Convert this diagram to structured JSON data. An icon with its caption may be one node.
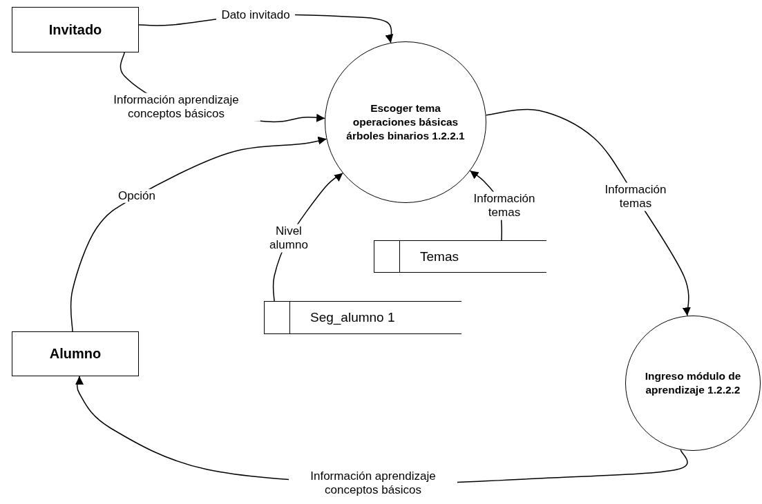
{
  "diagram": {
    "nodes": [
      {
        "text": [
          "Invitado"
        ]
      },
      {
        "text": [
          "Escoger tema operaciones básicas árboles binarios 1.2.2.1"
        ]
      },
      {
        "text": [
          "Temas"
        ]
      },
      {
        "text": [
          "Seg_alumno 1"
        ]
      },
      {
        "text": [
          "Alumno"
        ]
      },
      {
        "text": [
          "Ingreso módulo de aprendizaje 1.2.2.2"
        ]
      }
    ],
    "edges": [
      {
        "from": 0,
        "to": 1,
        "arrow": "to",
        "label": "Dato invitado"
      },
      {
        "from": 0,
        "to": 1,
        "arrow": "to",
        "label": "Información aprendizaje conceptos básicos"
      },
      {
        "from": 4,
        "to": 1,
        "arrow": "to",
        "label": "Opción"
      },
      {
        "from": 3,
        "to": 1,
        "arrow": "to",
        "label": "Nivel alumno"
      },
      {
        "from": 2,
        "to": 1,
        "arrow": "to",
        "label": "Información temas"
      },
      {
        "from": 1,
        "to": 5,
        "arrow": "to",
        "label": "Información temas"
      },
      {
        "from": 5,
        "to": 4,
        "arrow": "to",
        "label": "Información aprendizaje conceptos básicos"
      }
    ]
  }
}
